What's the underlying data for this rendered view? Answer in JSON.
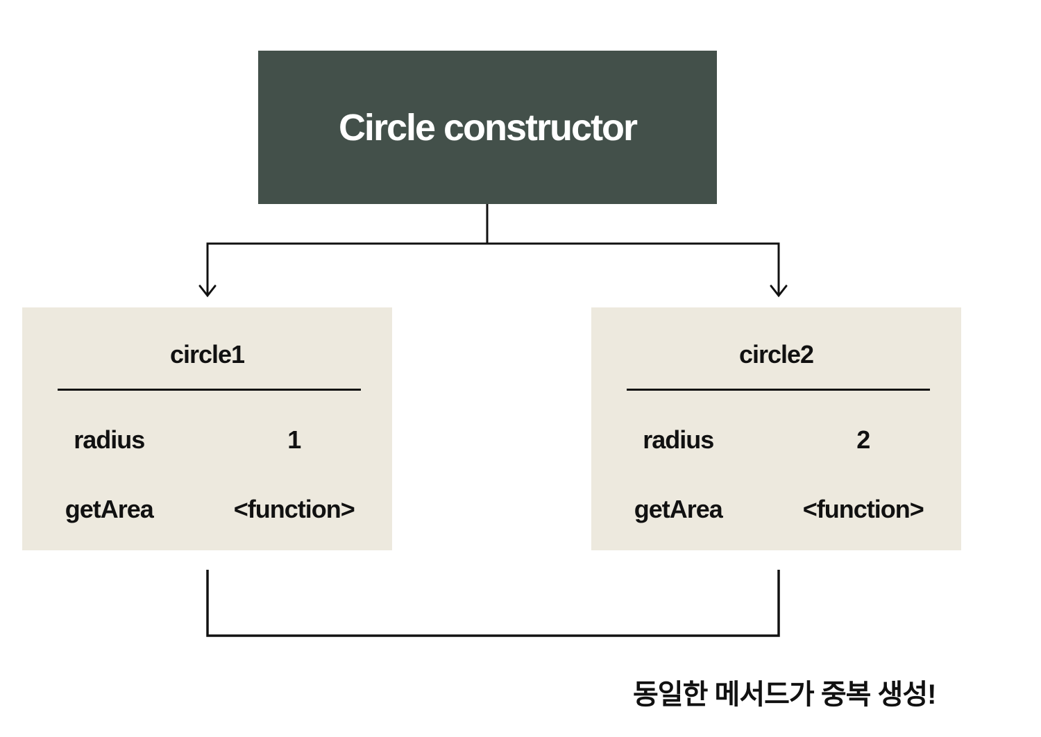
{
  "diagram": {
    "root": {
      "title": "Circle constructor"
    },
    "instances": [
      {
        "name": "circle1",
        "properties": [
          {
            "key": "radius",
            "value": "1"
          },
          {
            "key": "getArea",
            "value": "<function>"
          }
        ]
      },
      {
        "name": "circle2",
        "properties": [
          {
            "key": "radius",
            "value": "2"
          },
          {
            "key": "getArea",
            "value": "<function>"
          }
        ]
      }
    ],
    "annotation": "동일한 메서드가 중복 생성!",
    "colors": {
      "root_bg": "#43504A",
      "root_text": "#FFFFFF",
      "instance_bg": "#EDE9DE",
      "line": "#111111",
      "background": "#FFFFFF"
    }
  }
}
